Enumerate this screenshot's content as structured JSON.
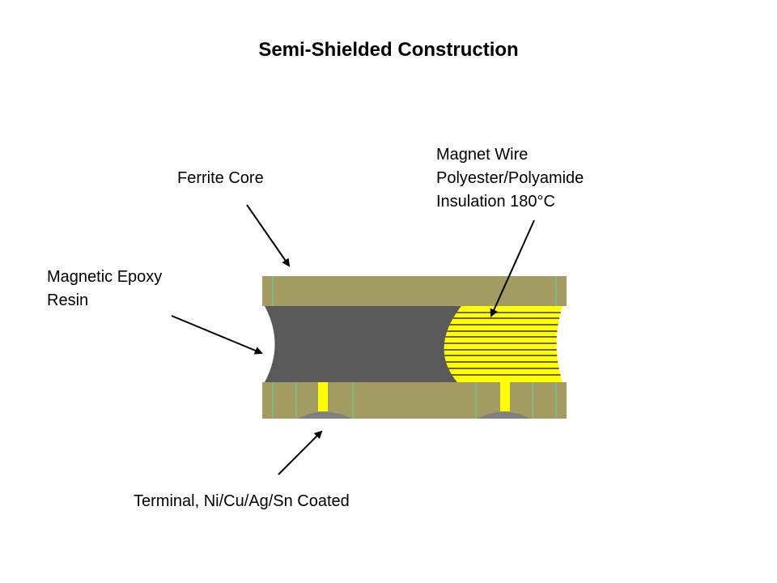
{
  "title": "Semi-Shielded Construction",
  "labels": {
    "ferrite_core": "Ferrite Core",
    "magnet_wire": [
      "Magnet Wire",
      "Polyester/Polyamide",
      "Insulation 180°C"
    ],
    "magnetic_epoxy": [
      "Magnetic Epoxy",
      "Resin"
    ],
    "terminal": "Terminal, Ni/Cu/Ag/Sn Coated"
  },
  "colors": {
    "ferrite": "#a39c62",
    "epoxy": "#595959",
    "wire": "#ffff00",
    "wire_stripe": "#6b6526",
    "seam": "#5fd0a8",
    "solder": "#808080"
  }
}
